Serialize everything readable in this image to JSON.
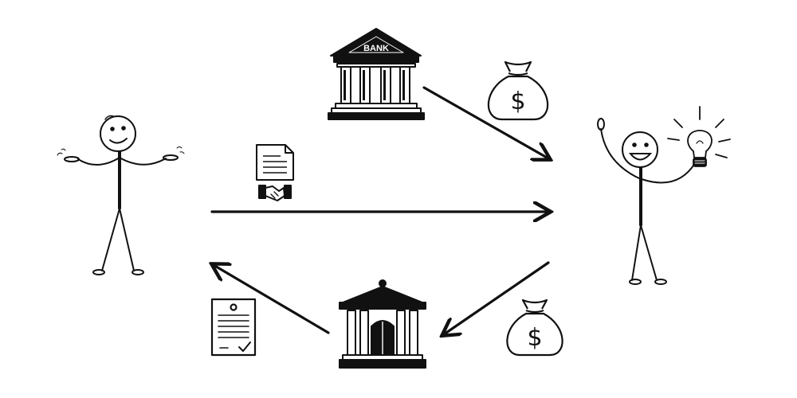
{
  "scene": {
    "top_bank": {
      "sign": "BANK",
      "icon": "bank-building-icon"
    },
    "bottom_bank": {
      "icon": "bank-building-dome-icon"
    },
    "top_money_bag": {
      "symbol": "$",
      "icon": "money-bag-icon"
    },
    "bottom_money_bag": {
      "symbol": "$",
      "icon": "money-bag-icon"
    },
    "contract_icon": "contract-document-icon",
    "handshake_icon": "handshake-icon",
    "approved_document_icon": "approved-document-icon",
    "lightbulb_icon": "lightbulb-idea-icon",
    "left_person": "stick-figure-shrugging",
    "right_person": "stick-figure-happy-idea"
  },
  "colors": {
    "ink": "#111111",
    "paper": "#ffffff"
  }
}
